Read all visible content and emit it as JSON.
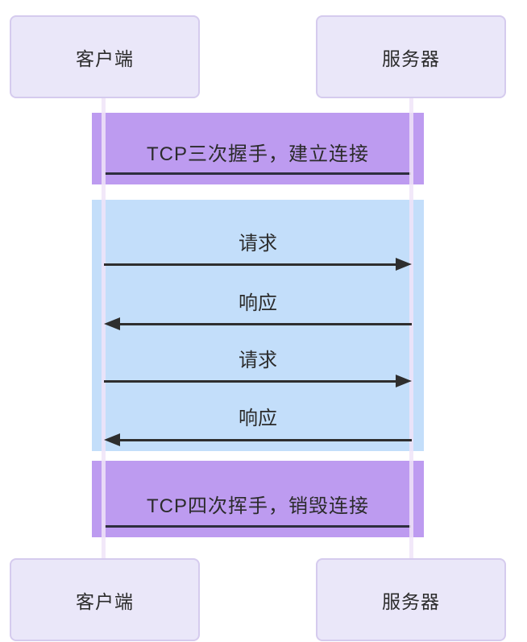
{
  "diagram": {
    "actors": {
      "client": "客户端",
      "server": "服务器"
    },
    "phases": {
      "handshake": {
        "label": "TCP三次握手，建立连接"
      },
      "teardown": {
        "label": "TCP四次挥手，销毁连接"
      }
    },
    "messages": [
      {
        "label": "请求",
        "direction": "right"
      },
      {
        "label": "响应",
        "direction": "left"
      },
      {
        "label": "请求",
        "direction": "right"
      },
      {
        "label": "响应",
        "direction": "left"
      }
    ],
    "colors": {
      "band_purple": "#bd9bf0",
      "band_blue": "#c3defa",
      "actor_fill": "#eae7f9",
      "actor_border": "#d5cbee",
      "lifeline": "#f0e4f8",
      "line": "#2e2e2e",
      "divider": "#2e2e3e",
      "text": "#2b2b2b",
      "background": "#ffffff"
    }
  }
}
